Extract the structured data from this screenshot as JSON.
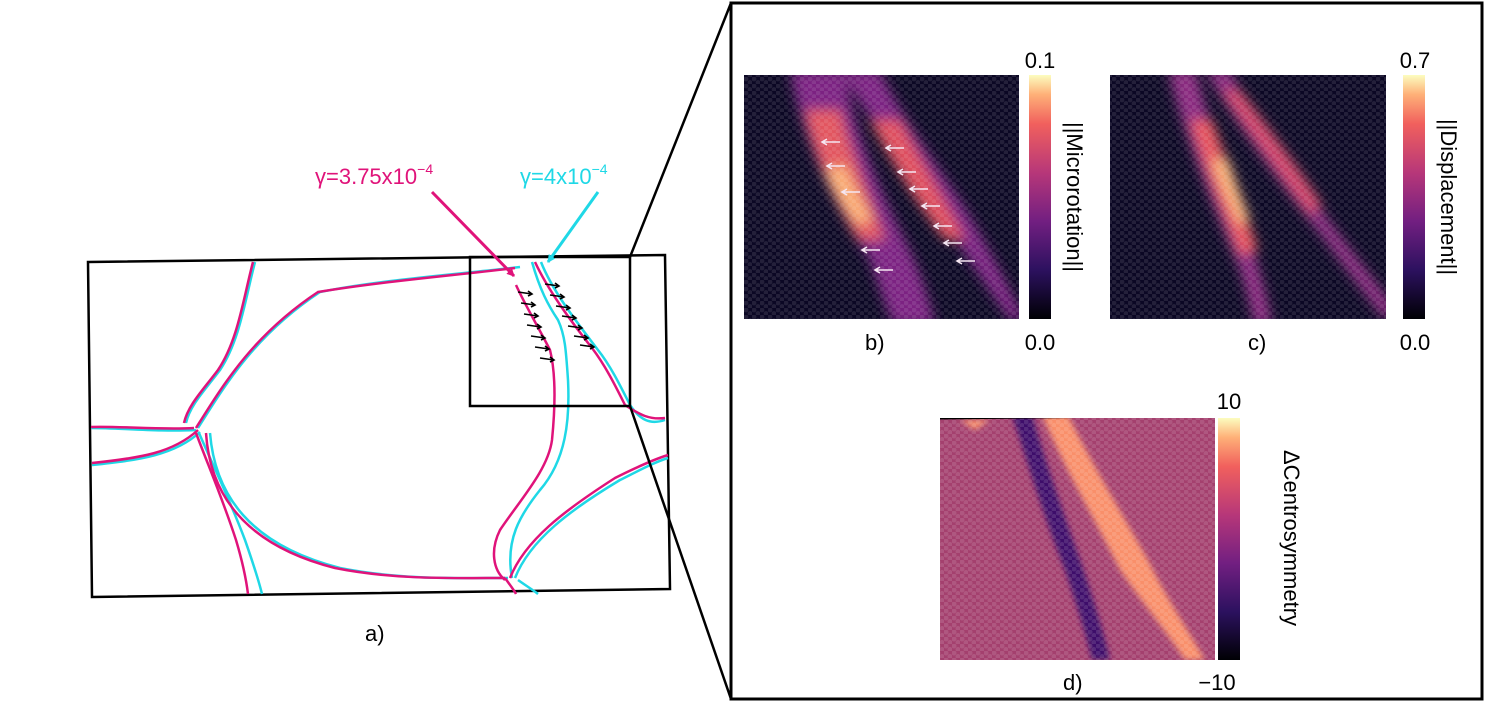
{
  "panel_a": {
    "label": "a)",
    "annotations": [
      {
        "text": "γ=3.75x10",
        "exp": "−4",
        "color": "#e0137a"
      },
      {
        "text": "γ=4x10",
        "exp": "−4",
        "color": "#1fd8e6"
      }
    ],
    "colors": {
      "magenta_boundary": "#e0137a",
      "cyan_boundary": "#1fd8e6",
      "arrows": "#000000"
    }
  },
  "panel_b": {
    "label": "b)",
    "colorbar_title": "||Microrotation||",
    "colorbar_max": "0.1",
    "colorbar_min": "0.0"
  },
  "panel_c": {
    "label": "c)",
    "colorbar_title": "||Displacement||",
    "colorbar_max": "0.7",
    "colorbar_min": "0.0"
  },
  "panel_d": {
    "label": "d)",
    "colorbar_title": "ΔCentrosymmetry",
    "colorbar_max": "10",
    "colorbar_min": "−10"
  },
  "colormap": "magma"
}
